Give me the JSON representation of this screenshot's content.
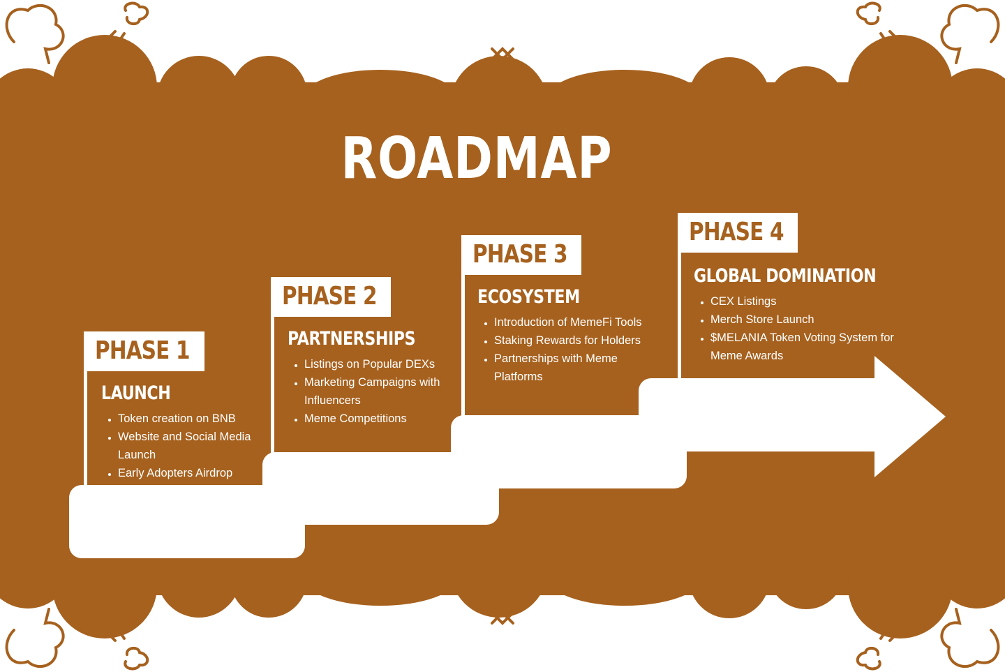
{
  "title": "ROADMAP",
  "colors": {
    "brand": "#a6611e",
    "highlight": "#ffffff"
  },
  "phases": [
    {
      "flag": "PHASE 1",
      "title": "LAUNCH",
      "items": [
        "Token creation on BNB",
        "Website and Social Media Launch",
        "Early Adopters Airdrop"
      ]
    },
    {
      "flag": "PHASE 2",
      "title": "PARTNERSHIPS",
      "items": [
        "Listings on Popular DEXs",
        "Marketing Campaigns with Influencers",
        "Meme Competitions"
      ]
    },
    {
      "flag": "PHASE 3",
      "title": "ECOSYSTEM",
      "items": [
        "Introduction of MemeFi Tools",
        "Staking Rewards for Holders",
        "Partnerships with Meme Platforms"
      ]
    },
    {
      "flag": "PHASE 4",
      "title": "GLOBAL DOMINATION",
      "items": [
        "CEX Listings",
        "Merch Store Launch",
        "$MELANIA Token Voting System for Meme Awards"
      ]
    }
  ]
}
